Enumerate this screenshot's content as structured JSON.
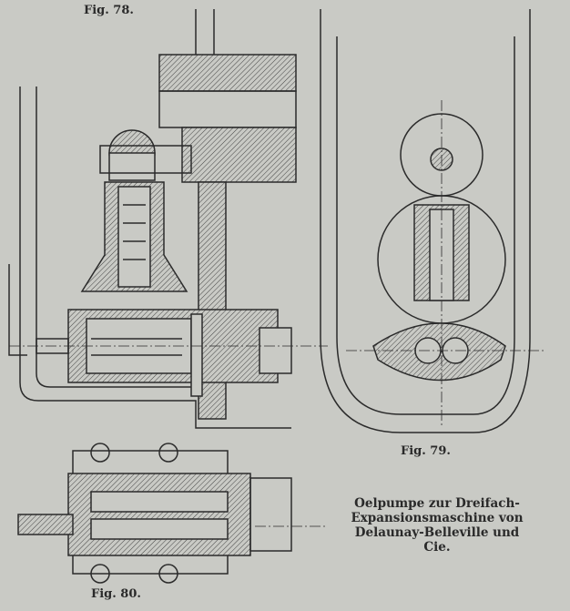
{
  "figures": {
    "fig78": "Fig. 78.",
    "fig79": "Fig. 79.",
    "fig80": "Fig. 80."
  },
  "caption": {
    "line1": "Oelpumpe zur Dreifach-",
    "line2": "Expansionsmaschine von",
    "line3": "Delaunay-Belleville und Cie."
  }
}
